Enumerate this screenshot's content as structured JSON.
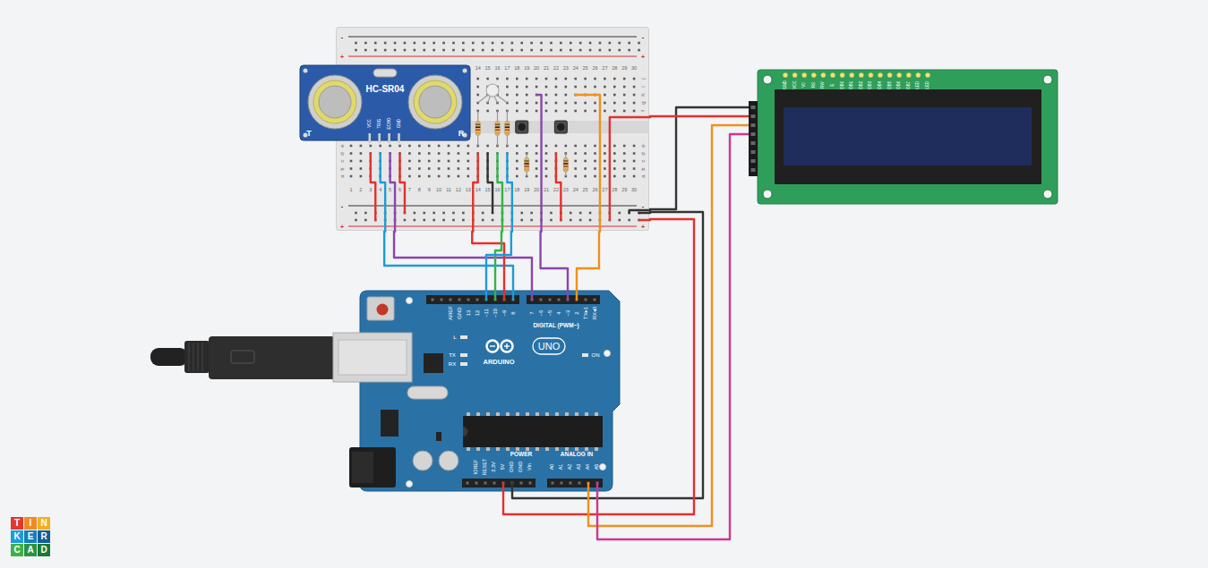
{
  "diagram": {
    "nodes": [
      {
        "text": [
          "-",
          "-",
          "+",
          "+",
          "14",
          "15",
          "16",
          "17",
          "18",
          "19",
          "20",
          "21",
          "22",
          "23",
          "24",
          "25",
          "26",
          "27",
          "28",
          "29",
          "30",
          "j",
          "i",
          "h",
          "g",
          "f",
          "e",
          "d",
          "c",
          "b",
          "a",
          "e",
          "d",
          "c",
          "b",
          "a",
          "1",
          "2",
          "3",
          "4",
          "5",
          "6",
          "7",
          "8",
          "9",
          "10",
          "11",
          "12",
          "13",
          "14",
          "15",
          "16",
          "17",
          "18",
          "19",
          "20",
          "21",
          "22",
          "23",
          "24",
          "25",
          "26",
          "27",
          "28",
          "29",
          "30",
          "-",
          "-",
          "+",
          "+"
        ]
      },
      {
        "text": [
          "HC-SR04",
          "VCC",
          "TRIG",
          "ECHO",
          "GND",
          "T",
          "R"
        ]
      },
      {
        "text": [
          "GND",
          "VCC",
          "V0",
          "RS",
          "RW",
          "E",
          "DB0",
          "DB1",
          "DB2",
          "DB3",
          "DB4",
          "DB5",
          "DB6",
          "DB7",
          "LED",
          "LED"
        ]
      },
      {
        "text": [
          "AREF",
          "GND",
          "13",
          "12",
          "~11",
          "~10",
          "~9",
          "8",
          "7",
          "~6",
          "~5",
          "4",
          "~3",
          "2",
          "TX▸1",
          "RX◂0",
          "DIGITAL (PWM~)",
          "L",
          "TX",
          "RX",
          "ARDUINO",
          "UNO",
          "ON",
          "IOREF",
          "RESET",
          "3.3V",
          "5V",
          "GND",
          "GND",
          "Vin",
          "POWER",
          "ANALOG IN",
          "A0",
          "A1",
          "A2",
          "A3",
          "A4",
          "A5"
        ]
      },
      {
        "text": [
          "T"
        ]
      },
      {
        "text": [
          "I"
        ]
      },
      {
        "text": [
          "N"
        ]
      },
      {
        "text": [
          "K"
        ]
      },
      {
        "text": [
          "E"
        ]
      },
      {
        "text": [
          "R"
        ]
      },
      {
        "text": [
          "C"
        ]
      },
      {
        "text": [
          "A"
        ]
      },
      {
        "text": [
          "D"
        ]
      }
    ],
    "edges": [
      {
        "from": 0,
        "to": 3,
        "arrow": "none"
      },
      {
        "from": 0,
        "to": 3,
        "arrow": "none"
      },
      {
        "from": 0,
        "to": 3,
        "arrow": "none"
      },
      {
        "from": 0,
        "to": 3,
        "arrow": "none"
      },
      {
        "from": 0,
        "to": 3,
        "arrow": "none"
      },
      {
        "from": 0,
        "to": 3,
        "arrow": "none"
      },
      {
        "from": 0,
        "to": 3,
        "arrow": "none"
      },
      {
        "from": 2,
        "to": 0,
        "arrow": "none"
      },
      {
        "from": 2,
        "to": 0,
        "arrow": "none"
      },
      {
        "from": 0,
        "to": 3,
        "arrow": "none"
      },
      {
        "from": 0,
        "to": 3,
        "arrow": "none"
      },
      {
        "from": 2,
        "to": 3,
        "arrow": "none"
      },
      {
        "from": 2,
        "to": 3,
        "arrow": "none"
      }
    ]
  }
}
